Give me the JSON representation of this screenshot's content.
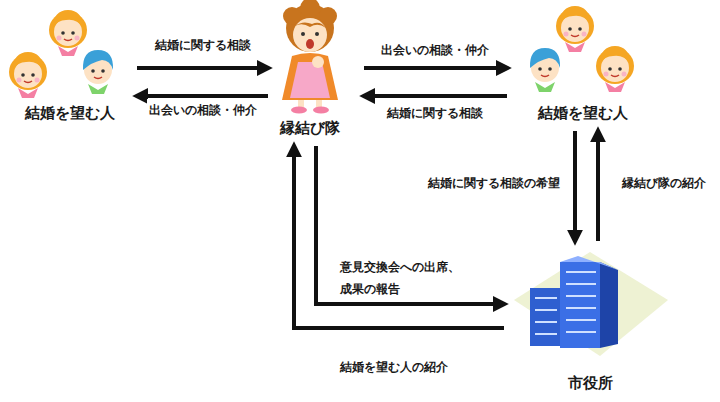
{
  "diagram": {
    "nodes": [
      {
        "text": [
          "結婚を望む人"
        ]
      },
      {
        "text": [
          "縁結び隊"
        ]
      },
      {
        "text": [
          "結婚を望む人"
        ]
      },
      {
        "text": [
          "市役所"
        ]
      }
    ],
    "edges": [
      {
        "from": 0,
        "to": 1,
        "label": "結婚に関する相談",
        "arrow": "to"
      },
      {
        "from": 1,
        "to": 0,
        "label": "出会いの相談・仲介",
        "arrow": "to"
      },
      {
        "from": 1,
        "to": 2,
        "label": "出会いの相談・仲介",
        "arrow": "to"
      },
      {
        "from": 2,
        "to": 1,
        "label": "結婚に関する相談",
        "arrow": "to"
      },
      {
        "from": 2,
        "to": 3,
        "label": "結婚に関する相談の希望",
        "arrow": "to"
      },
      {
        "from": 3,
        "to": 2,
        "label": "縁結び隊の紹介",
        "arrow": "to"
      },
      {
        "from": 1,
        "to": 3,
        "label": "意見交換会への出席、 成果の報告",
        "arrow": "to"
      },
      {
        "from": 3,
        "to": 1,
        "label": "結婚を望む人の紹介",
        "arrow": "to"
      }
    ]
  }
}
